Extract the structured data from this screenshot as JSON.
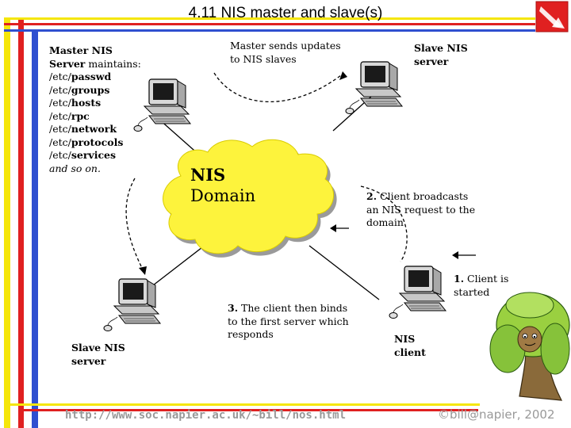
{
  "slide": {
    "title": "4.11 NIS master and slave(s)",
    "colors": {
      "bar_yellow": "#f5e60a",
      "bar_red": "#e02020",
      "bar_blue": "#2f4fd0",
      "cloud": "#fdf33c"
    }
  },
  "master": {
    "heading_line1": "Master NIS",
    "heading_word2": "Server",
    "heading_rest": " maintains:",
    "files": [
      {
        "prefix": "/etc/",
        "name": "passwd"
      },
      {
        "prefix": "/etc/",
        "name": "groups"
      },
      {
        "prefix": "/etc/",
        "name": "hosts"
      },
      {
        "prefix": "/etc/",
        "name": "rpc"
      },
      {
        "prefix": "/etc/",
        "name": "network"
      },
      {
        "prefix": "/etc/",
        "name": "protocols"
      },
      {
        "prefix": "/etc/",
        "name": "services"
      }
    ],
    "etc_note": "and so on."
  },
  "labels": {
    "updates": "Master sends updates to NIS slaves",
    "slave_top": "Slave NIS server",
    "domain_line1": "NIS",
    "domain_line2": "Domain",
    "step2_num": "2.",
    "step2_text": " Client broadcasts an NIS request to the domain",
    "step1_num": "1.",
    "step1_text": " Client is started",
    "step3_num": "3.",
    "step3_text": " The client then binds to the first server which responds",
    "slave_bottom": "Slave NIS server",
    "client": "NIS client"
  },
  "footer": {
    "url": "http://www.soc.napier.ac.uk/~bill/nos.html",
    "copyright": "©bill@napier, 2002"
  },
  "icons": [
    "computer-icon",
    "tree-mascot-icon",
    "corner-arrow-icon"
  ]
}
